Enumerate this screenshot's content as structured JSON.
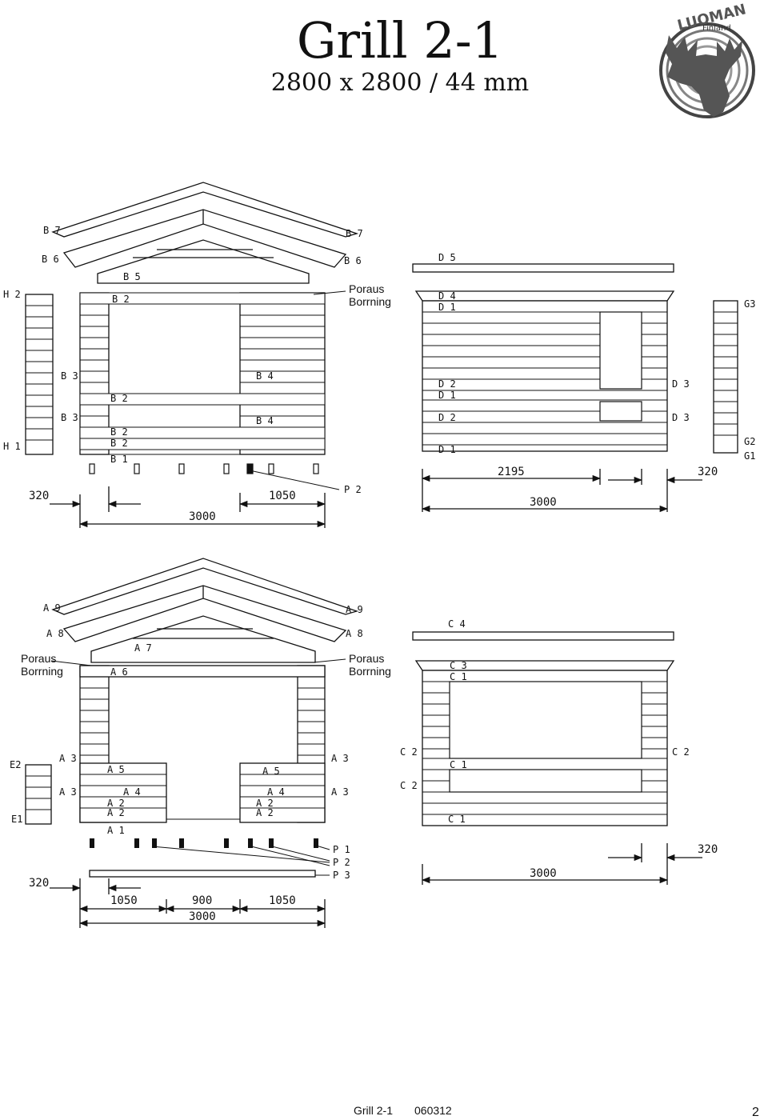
{
  "title": "Grill 2-1",
  "subtitle": "2800 x 2800 / 44 mm",
  "logo": {
    "brand": "LUOMAN",
    "country": "Finland",
    "icon": "moose-icon"
  },
  "notes": {
    "poraus": "Poraus",
    "borrning": "Borrning"
  },
  "view_b": {
    "labels": {
      "b7": "B 7",
      "b6": "B 6",
      "b5": "B 5",
      "b2": "B 2",
      "b3": "B 3",
      "b4": "B 4",
      "b1": "B 1",
      "h2": "H 2",
      "h1": "H 1",
      "p2": "P 2"
    },
    "dims": {
      "left": "320",
      "mid": "1050",
      "total": "3000"
    }
  },
  "view_d": {
    "labels": {
      "d5": "D 5",
      "d4": "D 4",
      "d1": "D 1",
      "d2": "D 2",
      "d3": "D 3",
      "g3": "G3",
      "g2": "G2",
      "g1": "G1"
    },
    "dims": {
      "opening": "2195",
      "right": "320",
      "total": "3000"
    }
  },
  "view_a": {
    "labels": {
      "a9": "A 9",
      "a8": "A 8",
      "a7": "A 7",
      "a6": "A 6",
      "a3": "A 3",
      "a5": "A 5",
      "a4": "A 4",
      "a2": "A 2",
      "a1": "A 1",
      "e2": "E2",
      "e1": "E1",
      "p1": "P 1",
      "p2": "P 2",
      "p3": "P 3"
    },
    "dims": {
      "left": "320",
      "d1": "1050",
      "d2": "900",
      "d3": "1050",
      "total": "3000"
    }
  },
  "view_c": {
    "labels": {
      "c4": "C 4",
      "c3": "C 3",
      "c1": "C 1",
      "c2": "C 2"
    },
    "dims": {
      "right": "320",
      "total": "3000"
    }
  },
  "footer": {
    "doc": "Grill 2-1",
    "code": "060312",
    "page": "2"
  }
}
